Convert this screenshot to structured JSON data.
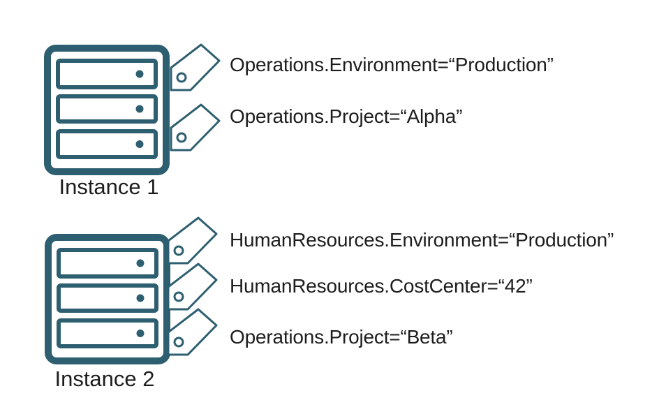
{
  "colors": {
    "accent_teal": "#2e5f70",
    "text": "#1d1d1d",
    "background": "#ffffff"
  },
  "icons": {
    "server": "server-rack-icon",
    "tag": "price-tag-icon"
  },
  "instances": [
    {
      "label": "Instance 1",
      "tags": [
        "Operations.Environment=“Production”",
        "Operations.Project=“Alpha”"
      ]
    },
    {
      "label": "Instance 2",
      "tags": [
        "HumanResources.Environment=“Production”",
        "HumanResources.CostCenter=“42”",
        "Operations.Project=“Beta”"
      ]
    }
  ]
}
